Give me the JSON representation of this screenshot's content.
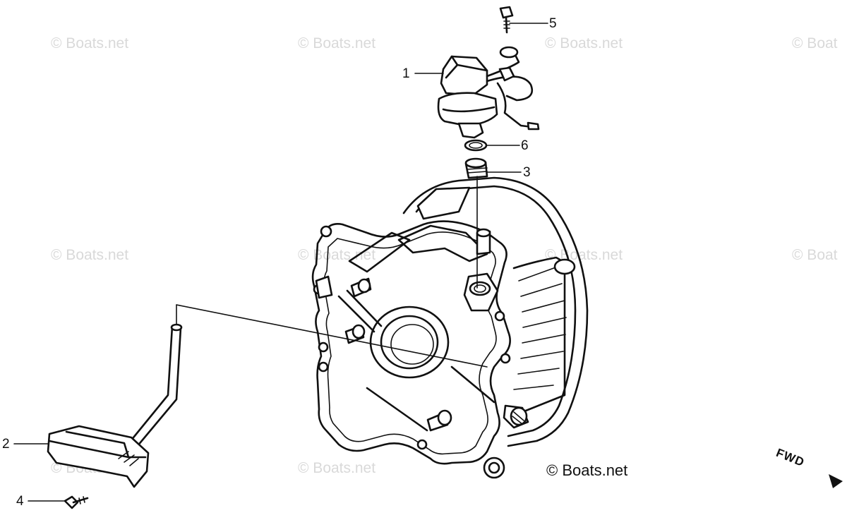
{
  "watermarks": [
    "© Boats.net",
    "© Boats.net",
    "© Boats.net",
    "© Boat",
    "© Boats.net",
    "© Boats.net",
    "© Boats.net",
    "© Boat",
    "© Boats.net",
    "© Boats.net"
  ],
  "callouts": [
    "1",
    "2",
    "3",
    "4",
    "5",
    "6"
  ],
  "credit": "© Boats.net",
  "direction_label": "FWD"
}
